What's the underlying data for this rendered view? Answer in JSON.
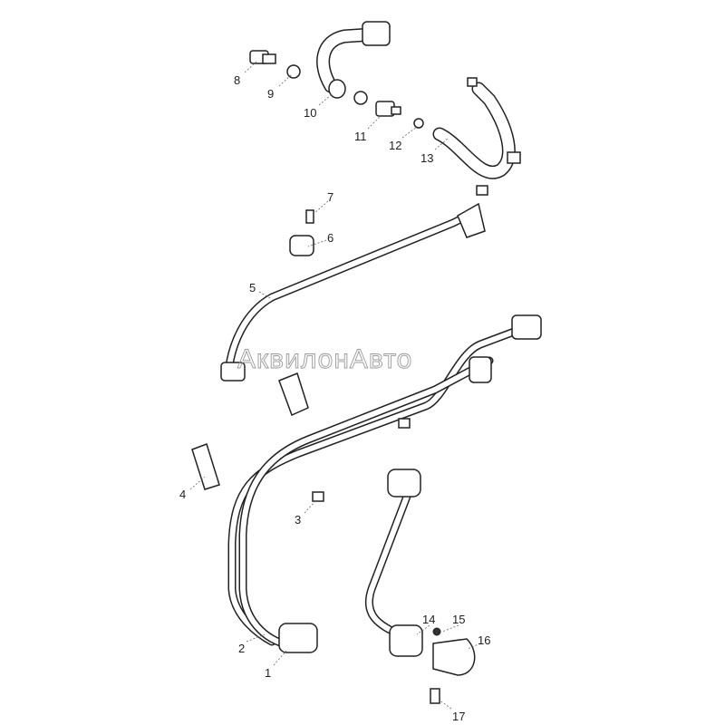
{
  "watermark": "АквилонАвто",
  "callouts": [
    "1",
    "2",
    "3",
    "4",
    "5",
    "6",
    "7",
    "8",
    "9",
    "10",
    "11",
    "12",
    "13",
    "14",
    "15",
    "16",
    "17"
  ]
}
